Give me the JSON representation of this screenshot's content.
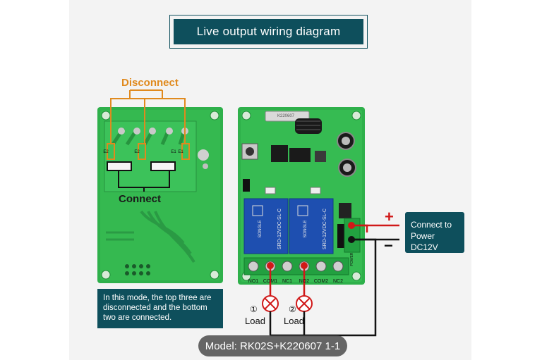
{
  "title": "Live output wiring diagram",
  "left_board": {
    "top_label": "Disconnect",
    "bottom_label": "Connect",
    "pad_labels": [
      "E2",
      "E2",
      "E1",
      "E1"
    ]
  },
  "note": "In this mode, the top three are disconnected and the bottom two are connected.",
  "right_board": {
    "chip_label": "K220607",
    "relay_text": [
      "SRD-12VDC-SL-C",
      "SRD-12VDC-SL-C"
    ],
    "relay_brand": "SONGLE",
    "terminals": [
      "NO1",
      "COM1",
      "NC1",
      "NO2",
      "COM2",
      "NC2"
    ],
    "side_label": "POWER"
  },
  "power": {
    "plus": "+",
    "minus": "−",
    "label": "Connect to Power DC12V"
  },
  "loads": [
    {
      "num": "①",
      "label": "Load"
    },
    {
      "num": "②",
      "label": "Load"
    }
  ],
  "model": "Model: RK02S+K220607 1-1",
  "colors": {
    "board": "#2eb04a",
    "panel": "#0e4f5c",
    "orange": "#e08a1e",
    "wire_red": "#d01818",
    "wire_black": "#111111",
    "relay": "#1e4fb0"
  }
}
